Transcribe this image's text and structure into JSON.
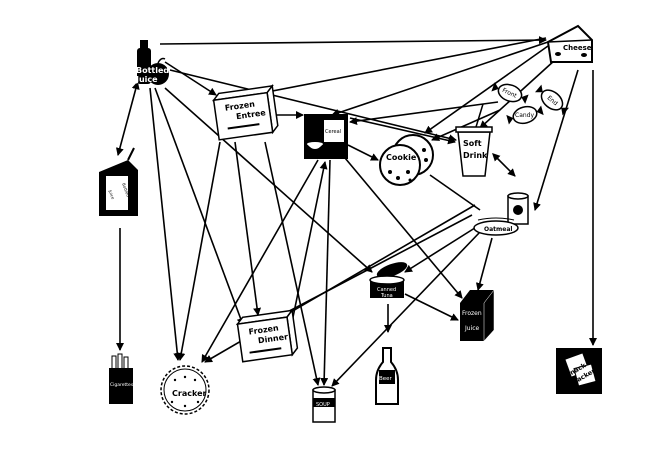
{
  "nodes": {
    "bottled_juice": {
      "line1": "Bottled",
      "line2": "Juice"
    },
    "frozen_entree": {
      "line1": "Frozen",
      "line2": "Entree"
    },
    "cereal": {
      "label": "Cereal"
    },
    "cheese": {
      "label": "Cheese"
    },
    "candy": {
      "front": "Front",
      "end": "End",
      "middle": "Candy"
    },
    "soft_drink": {
      "line1": "Soft",
      "line2": "Drink"
    },
    "cookie": {
      "label": "Cookie"
    },
    "oatmeal": {
      "label": "Oatmeal"
    },
    "juice_box": {
      "line1": "Bottled",
      "line2": "Juice"
    },
    "canned_tuna": {
      "line1": "Canned",
      "line2": "Tuna"
    },
    "frozen_juice": {
      "line1": "Frozen",
      "line2": "Juice"
    },
    "frozen_dinner": {
      "line1": "Frozen",
      "line2": "Dinner"
    },
    "cigarettes": {
      "label": "Cigarettes"
    },
    "cracker": {
      "label": "Cracker"
    },
    "soup": {
      "label": "SOUP"
    },
    "beer": {
      "label": "Beer"
    },
    "snack_cracker": {
      "line1": "Snack",
      "line2": "Cracker"
    }
  },
  "colors": {
    "ink": "#000000",
    "paper": "#ffffff"
  }
}
